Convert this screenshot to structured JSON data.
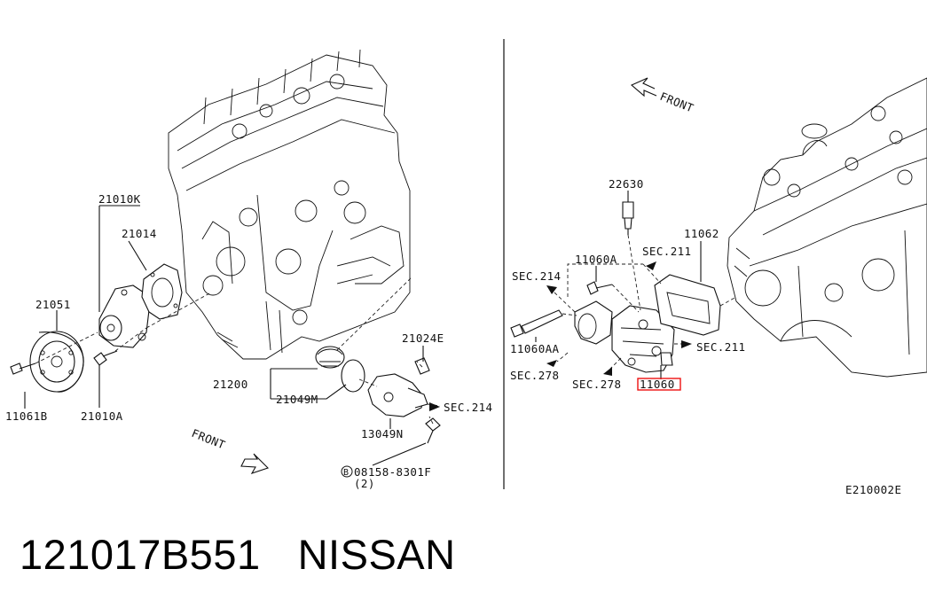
{
  "diagram": {
    "front_label": "FRONT",
    "code": "E210002E",
    "callouts": {
      "p21010K": "21010K",
      "p21014": "21014",
      "p21051": "21051",
      "p11061B": "11061B",
      "p21010A": "21010A",
      "p21200": "21200",
      "p21049M": "21049M",
      "p21024E": "21024E",
      "sec214_left": "SEC.214",
      "p13049N": "13049N",
      "p08158": "08158-8301F",
      "qty2": "(2)",
      "bolt_b": "B",
      "p22630": "22630",
      "p11062": "11062",
      "p11060A": "11060A",
      "sec211_top": "SEC.211",
      "sec214_right": "SEC.214",
      "p11060AA": "11060AA",
      "sec211_right": "SEC.211",
      "sec278_left": "SEC.278",
      "sec278_right": "SEC.278",
      "p11060": "11060"
    },
    "highlight_color": "#e11111"
  },
  "footer": {
    "part_number": "121017B551",
    "brand": "NISSAN"
  }
}
